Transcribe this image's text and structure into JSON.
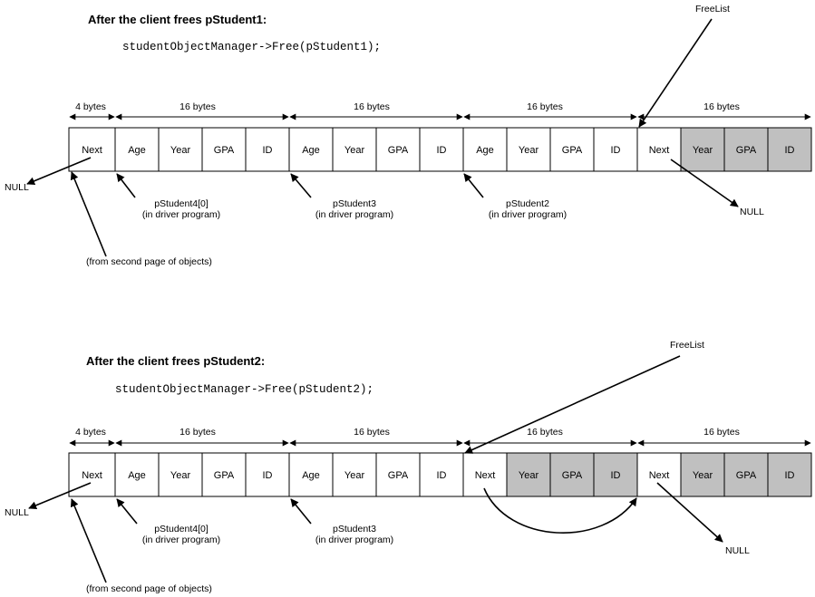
{
  "colors": {
    "free_cell": "#c0c0c0",
    "cell": "#ffffff",
    "line": "#000000"
  },
  "panels": [
    {
      "heading": "After the client frees pStudent1:",
      "code": "studentObjectManager->Free(pStudent1);",
      "freelist_label": "FreeList",
      "sizes": [
        "4 bytes",
        "16 bytes",
        "16 bytes",
        "16 bytes",
        "16 bytes"
      ],
      "cells": [
        {
          "label": "Next",
          "shaded": false
        },
        {
          "label": "Age",
          "shaded": false
        },
        {
          "label": "Year",
          "shaded": false
        },
        {
          "label": "GPA",
          "shaded": false
        },
        {
          "label": "ID",
          "shaded": false
        },
        {
          "label": "Age",
          "shaded": false
        },
        {
          "label": "Year",
          "shaded": false
        },
        {
          "label": "GPA",
          "shaded": false
        },
        {
          "label": "ID",
          "shaded": false
        },
        {
          "label": "Age",
          "shaded": false
        },
        {
          "label": "Year",
          "shaded": false
        },
        {
          "label": "GPA",
          "shaded": false
        },
        {
          "label": "ID",
          "shaded": false
        },
        {
          "label": "Next",
          "shaded": false
        },
        {
          "label": "Year",
          "shaded": true
        },
        {
          "label": "GPA",
          "shaded": true
        },
        {
          "label": "ID",
          "shaded": true
        }
      ],
      "null_left": "NULL",
      "null_right": "NULL",
      "second_page": "(from second page of objects)",
      "pointers": [
        {
          "name": "pStudent4[0]",
          "note": "(in driver program)"
        },
        {
          "name": "pStudent3",
          "note": "(in driver program)"
        },
        {
          "name": "pStudent2",
          "note": "(in driver program)"
        }
      ]
    },
    {
      "heading": "After the client frees pStudent2:",
      "code": "studentObjectManager->Free(pStudent2);",
      "freelist_label": "FreeList",
      "sizes": [
        "4 bytes",
        "16 bytes",
        "16 bytes",
        "16 bytes",
        "16 bytes"
      ],
      "cells": [
        {
          "label": "Next",
          "shaded": false
        },
        {
          "label": "Age",
          "shaded": false
        },
        {
          "label": "Year",
          "shaded": false
        },
        {
          "label": "GPA",
          "shaded": false
        },
        {
          "label": "ID",
          "shaded": false
        },
        {
          "label": "Age",
          "shaded": false
        },
        {
          "label": "Year",
          "shaded": false
        },
        {
          "label": "GPA",
          "shaded": false
        },
        {
          "label": "ID",
          "shaded": false
        },
        {
          "label": "Next",
          "shaded": false
        },
        {
          "label": "Year",
          "shaded": true
        },
        {
          "label": "GPA",
          "shaded": true
        },
        {
          "label": "ID",
          "shaded": true
        },
        {
          "label": "Next",
          "shaded": false
        },
        {
          "label": "Year",
          "shaded": true
        },
        {
          "label": "GPA",
          "shaded": true
        },
        {
          "label": "ID",
          "shaded": true
        }
      ],
      "null_left": "NULL",
      "null_right": "NULL",
      "second_page": "(from second page of objects)",
      "pointers": [
        {
          "name": "pStudent4[0]",
          "note": "(in driver program)"
        },
        {
          "name": "pStudent3",
          "note": "(in driver program)"
        }
      ]
    }
  ]
}
